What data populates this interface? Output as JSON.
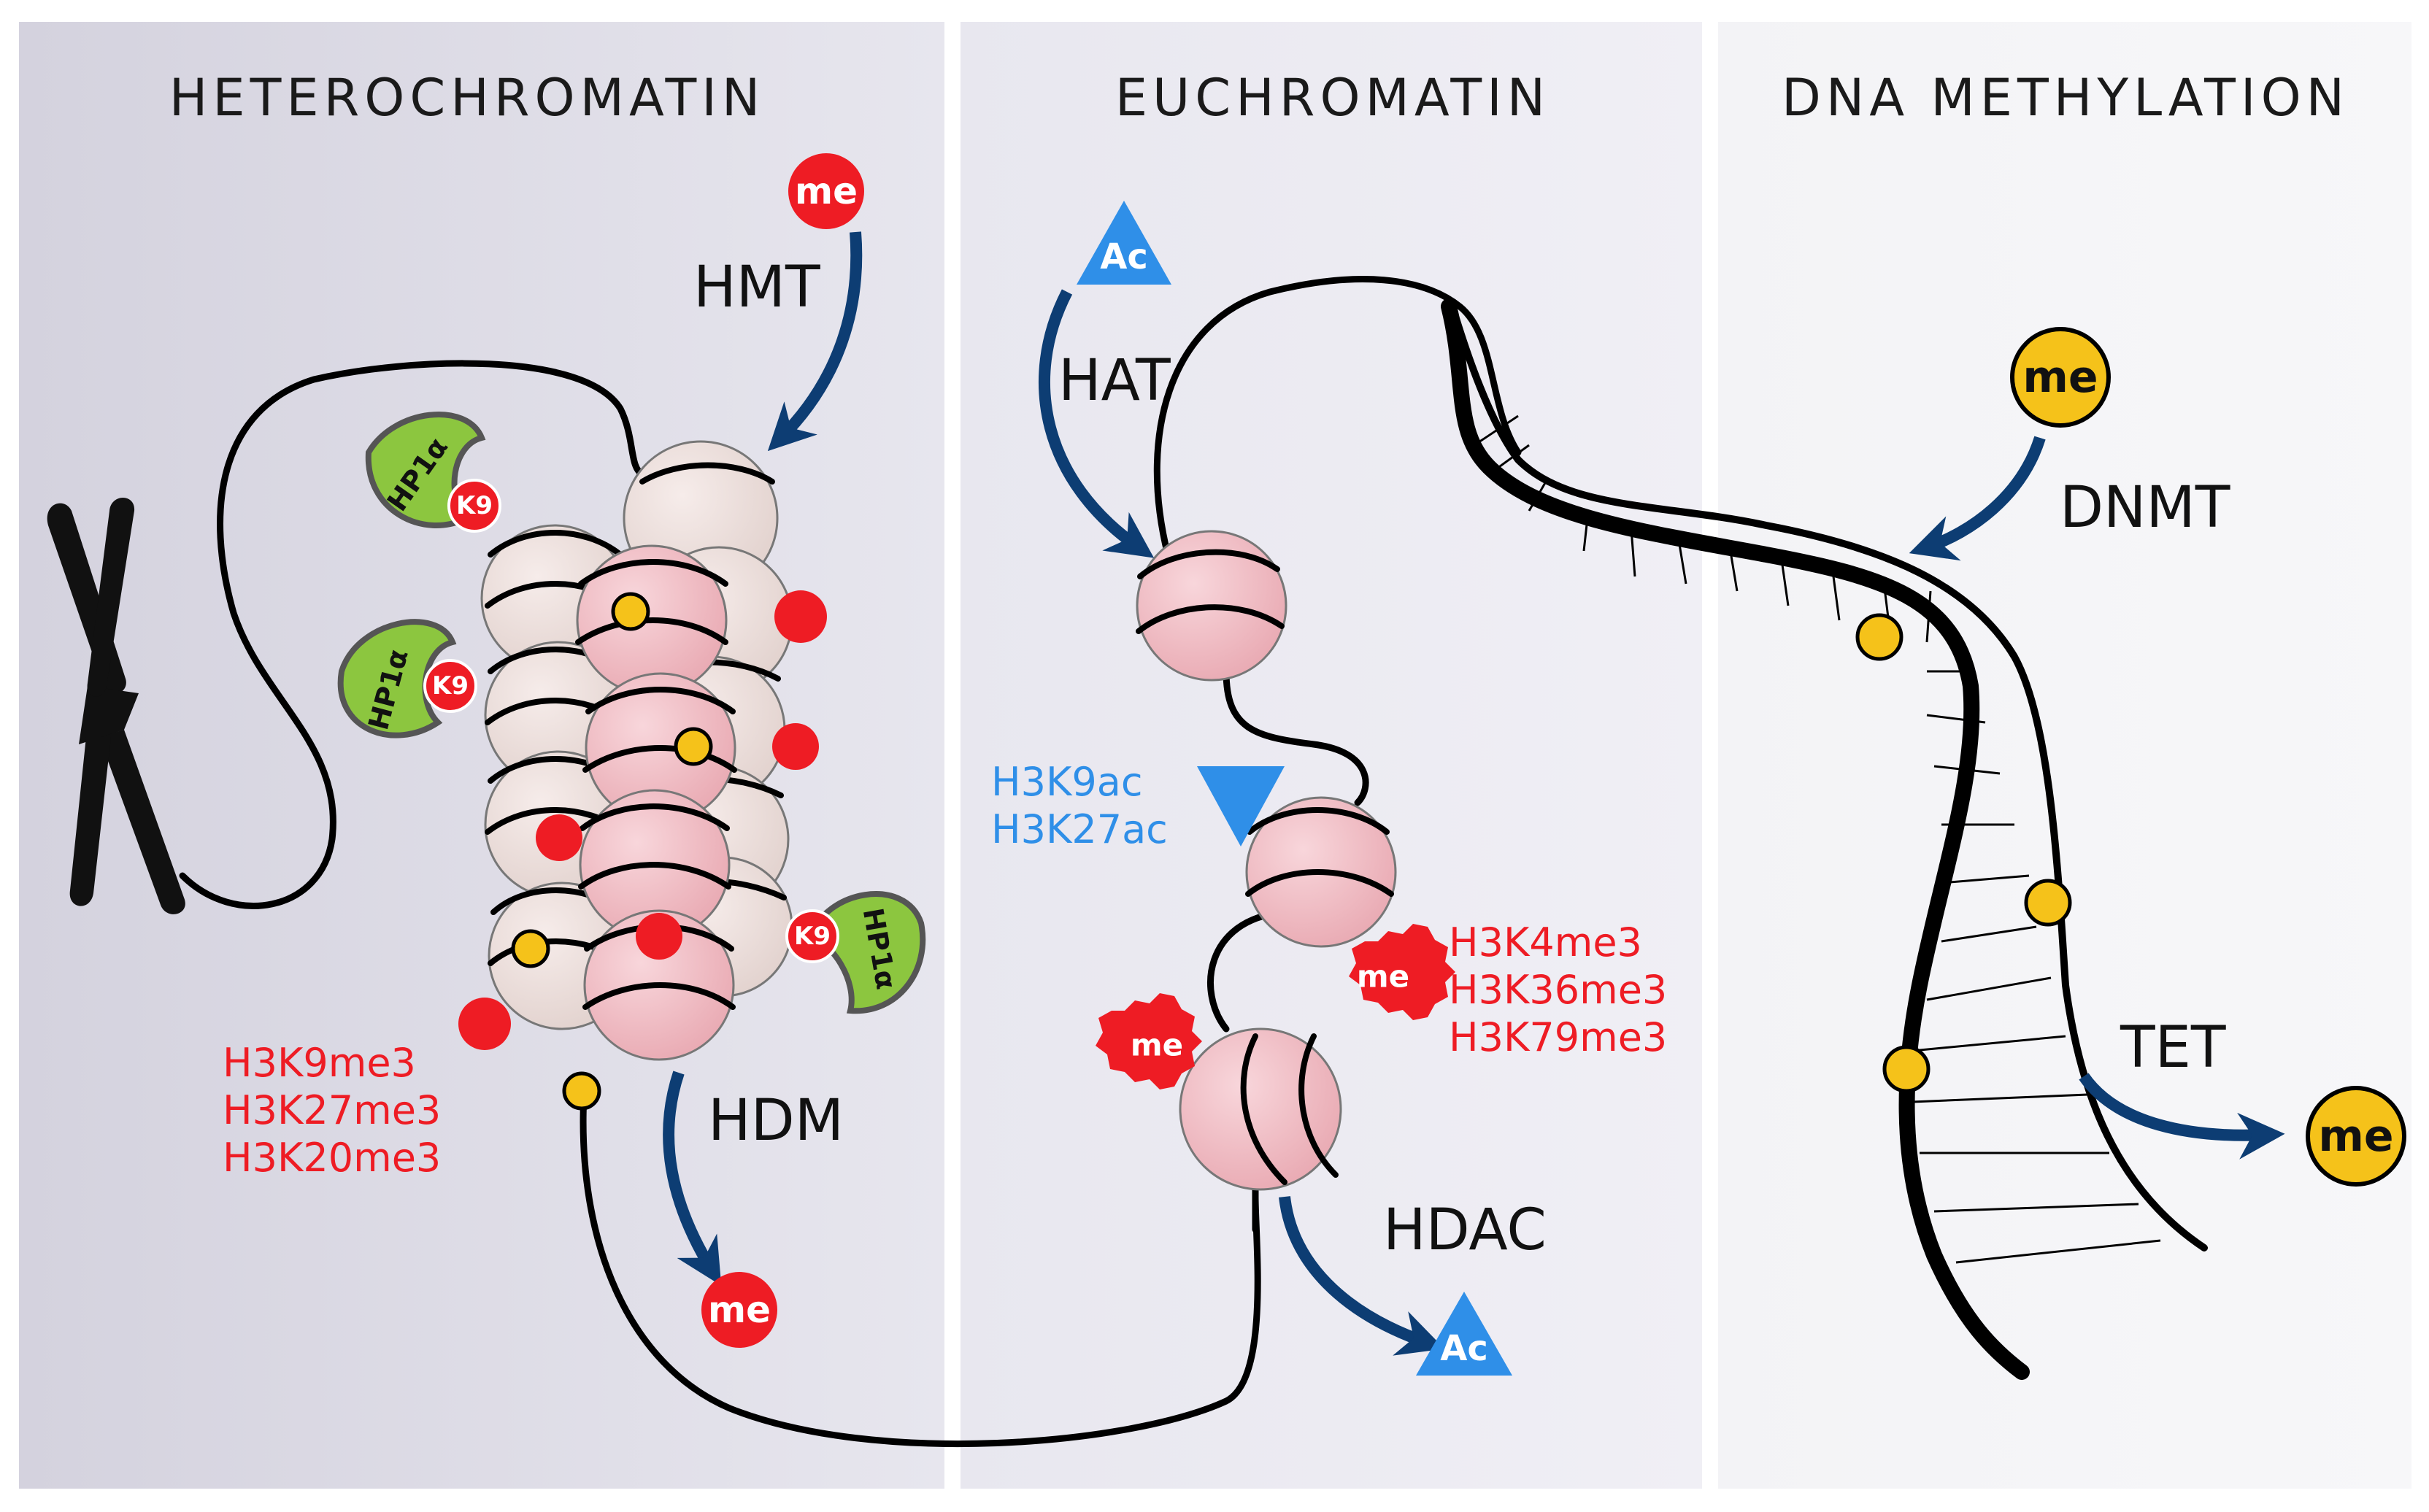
{
  "panels": {
    "heterochromatin": "HETEROCHROMATIN",
    "euchromatin": "EUCHROMATIN",
    "dna_methylation": "DNA METHYLATION"
  },
  "enzymes": {
    "hmt": "HMT",
    "hdm": "HDM",
    "hat": "HAT",
    "hdac": "HDAC",
    "dnmt": "DNMT",
    "tet": "TET"
  },
  "tokens": {
    "me": "me",
    "ac": "Ac",
    "k9": "K9",
    "hp1a": "HP1α"
  },
  "marks": {
    "heterochromatin": [
      "H3K9me3",
      "H3K27me3",
      "H3K20me3"
    ],
    "euchromatin_acetyl": [
      "H3K9ac",
      "H3K27ac"
    ],
    "euchromatin_methyl": [
      "H3K4me3",
      "H3K36me3",
      "H3K79me3"
    ]
  },
  "colors": {
    "methyl_red": "#ee1c24",
    "acetyl_blue": "#2f8fe8",
    "dna_methyl_yellow": "#f5c21a",
    "hp1_green": "#8cc63f",
    "arrow_navy": "#0d3d73",
    "nucleosome_pink": "#f2bfc6"
  }
}
